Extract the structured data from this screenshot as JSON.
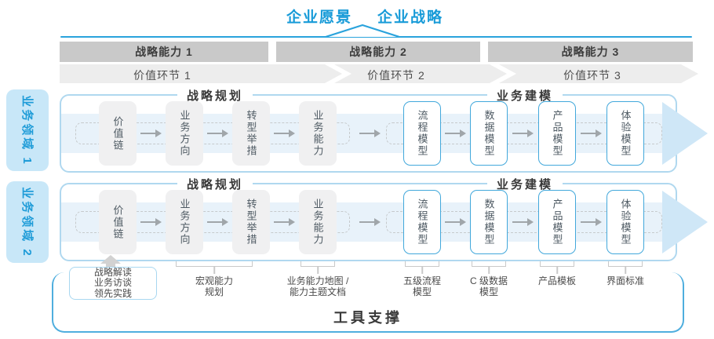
{
  "header": {
    "vision": "企业愿景",
    "strategy": "企业战略"
  },
  "capability_bars": [
    {
      "label": "战略能力 1"
    },
    {
      "label": "战略能力 2"
    },
    {
      "label": "战略能力 3"
    }
  ],
  "value_links": [
    {
      "label": "价值环节 1"
    },
    {
      "label": "价值环节 2"
    },
    {
      "label": "价值环节 3"
    }
  ],
  "domain_tabs": [
    {
      "label": "业务领域 1"
    },
    {
      "label": "业务领域 2"
    }
  ],
  "sections": {
    "planning": "战略规划",
    "modeling": "业务建模"
  },
  "boxes": {
    "planning": [
      "价值链",
      "业务方向",
      "转型举措",
      "业务能力"
    ],
    "modeling": [
      "流程模型",
      "数据模型",
      "产品模型",
      "体验模型"
    ]
  },
  "callouts": {
    "practice": "战略解读\n业务访谈\n领先实践",
    "macro": "宏观能力\n规划",
    "capability_map": "业务能力地图 /\n能力主题文档",
    "process": "五级流程\n模型",
    "data": "C 级数据\n模型",
    "product": "产品模板",
    "ui": "界面标准"
  },
  "footer": {
    "label": "工具支撑"
  },
  "colors": {
    "accent_blue": "#189bd8",
    "line_blue": "#2aa3dc",
    "tab_bg": "#c8e7f8",
    "panel_border": "#b0d8ef",
    "band": "#e8f2fa",
    "band_arrow": "#cfe7f7",
    "capability_bar": "#c9c9c9",
    "value_bar": "#ededed",
    "gray_box": "#f0f0f1",
    "blue_box_border": "#42a8db",
    "dashed": "#c6cacc",
    "flow_arrow": "#a0a6aa",
    "bracket": "#c9c9c9",
    "container_border": "#4faede"
  }
}
